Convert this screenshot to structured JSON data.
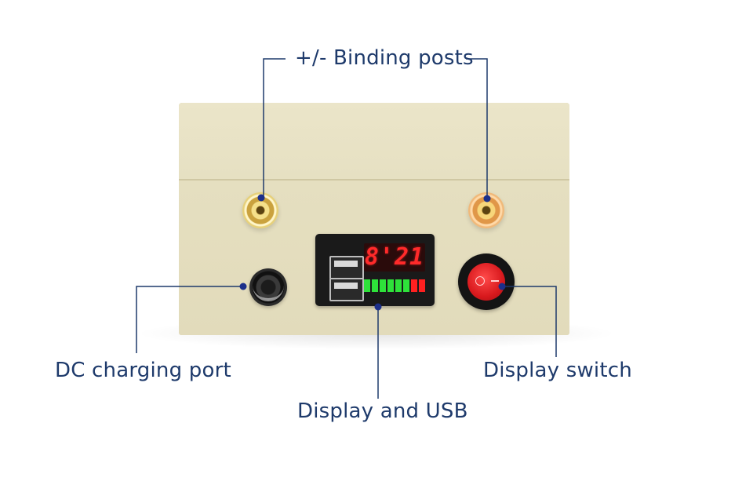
{
  "callouts": {
    "binding_posts": "+/- Binding posts",
    "dc_port": "DC charging port",
    "display_usb": "Display and USB",
    "display_switch": "Display switch"
  },
  "display": {
    "reading": "8'21",
    "bar_colors": [
      "#2ee23a",
      "#2ee23a",
      "#2ee23a",
      "#2ee23a",
      "#2ee23a",
      "#2ee23a",
      "#ff2020",
      "#ff2020"
    ]
  },
  "colors": {
    "label": "#1e3a6b",
    "leader_line": "#1e3a6b",
    "leader_dot": "#1c2f8a",
    "case": "#e8e2c4"
  }
}
